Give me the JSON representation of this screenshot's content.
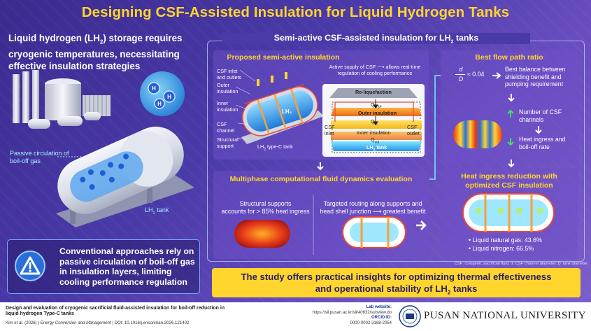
{
  "title": "Designing CSF-Assisted Insulation for Liquid Hydrogen Tanks",
  "intro": {
    "part1": "Liquid hydrogen (LH",
    "sub": "2",
    "part2": ") storage requires cryogenic temperatures, necessitating effective insulation strategies"
  },
  "left_scene": {
    "passive_label": "Passive circulation of boil-off gas",
    "tank_label": "LH",
    "tank_label_sub": "2",
    "tank_label_suffix": " tank",
    "molecule_letter": "H"
  },
  "conventional": {
    "text": "Conventional approaches rely on passive circulation of boil-off gas in insulation layers, limiting cooling performance regulation",
    "icon": "warning-icon"
  },
  "main": {
    "heading_pre": "Semi-active CSF-assisted insulation for LH",
    "heading_sub": "2",
    "heading_post": " tanks",
    "proposed": {
      "title": "Proposed semi-active insulation",
      "labels": {
        "csf_inlet": "CSF inlet and outlets",
        "outer": "Outer insulation",
        "inner": "Inner insulation",
        "channel": "CSF channel",
        "support": "Structural support",
        "typec_pre": "LH",
        "typec_sub": "2",
        "typec_post": " type-C tank",
        "tank_mark_pre": "LH",
        "tank_mark_sub": "2"
      },
      "active_supply": "Active supply of CSF",
      "active_supply_2": "allows real-time regulation of cooling performance",
      "detail": {
        "reliquefaction": "Re-liquefaction",
        "q_csf_pre": "Q",
        "q_csf_sub": "CSF",
        "outer": "Outer insulation",
        "q_in": "Q",
        "q_in_sub": "in",
        "inner": "Inner insulation",
        "q_out_sub": "out",
        "csf_inlet": "CSF inlet",
        "csf_outlet": "CSF outlet",
        "lh2_pre": "LH",
        "lh2_sub": "2",
        "lh2_post": " tank"
      }
    },
    "cfd": {
      "title": "Multiphase computational fluid dynamics evaluation",
      "support_text_1": "Structural supports",
      "support_text_2": "accounts for",
      "support_pct": "> 85% heat ingress",
      "routing_1": "Targeted routing along supports and",
      "routing_2": "head shell junction",
      "routing_3": "greatest benefit"
    },
    "flow": {
      "title": "Best flow path ratio",
      "frac_num": "d",
      "frac_den": "D",
      "frac_val": "≈ 0.04",
      "balance": "Best balance between shielding benefit and pumping requirement",
      "channels": "Number of CSF channels",
      "boiloff": "Heat ingress and boil-off rate"
    },
    "reduction": {
      "title": "Heat ingress reduction with optimized CSF insulation",
      "lng": "Liquid natural gas: 43.6%",
      "ln2": "Liquid nitrogen: 66.5%"
    }
  },
  "footnote": "CSF: cryogenic sacrificial fluid; d: CSF channel diameter; D: tank diameter",
  "conclusion": {
    "line1": "The study offers practical insights for optimizing thermal effectiveness",
    "line2_pre": "and operational stability of LH",
    "line2_sub": "2",
    "line2_post": " tanks"
  },
  "footer": {
    "paper_title": "Design and evaluation of cryogenic sacrificial fluid-assisted insulation for boil-off reduction in liquid hydrogen Type-C tanks",
    "authors": "Kim et al. (2026)",
    "journal": "Energy Conversion and Management",
    "doi": "DOI: 10.1016/j.enconman.2026.121402",
    "lab_label": "Lab website:",
    "lab_url": "https://sil.pusan.ac.kr/sil/40632/subview.do",
    "orcid_label": "ORCID ID:",
    "orcid": "0000-0002-3168-2054",
    "university": "PUSAN NATIONAL UNIVERSITY"
  },
  "colors": {
    "accent": "#ffd52e",
    "bg": "#4a3aa8",
    "cyan": "#a9f0ff"
  }
}
